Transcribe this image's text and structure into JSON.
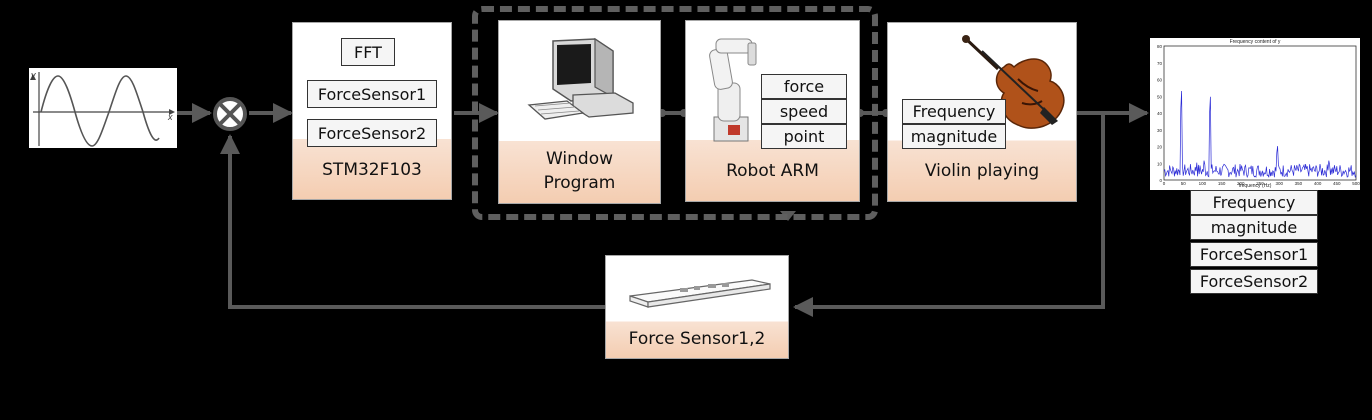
{
  "input_signal": {
    "y_axis": "y",
    "x_axis": "x"
  },
  "controller": {
    "name": "STM32F103",
    "items": [
      "FFT",
      "ForceSensor1",
      "ForceSensor2"
    ]
  },
  "window_program": {
    "name_line1": "Window",
    "name_line2": "Program",
    "icon": "desktop-computer-icon"
  },
  "robot_arm": {
    "name": "Robot ARM",
    "items": [
      "force",
      "speed",
      "point"
    ],
    "icon": "robot-arm-image"
  },
  "violin": {
    "name": "Violin playing",
    "items": [
      "Frequency",
      "magnitude"
    ],
    "icon": "violin-image"
  },
  "feedback_sensor": {
    "name": "Force Sensor1,2",
    "icon": "force-sensor-image"
  },
  "spectrum_plot": {
    "title": "Frequency content of y",
    "xlabel": "frequency (Hz)",
    "y_ticks": [
      "80",
      "70",
      "60",
      "50",
      "40",
      "30",
      "20",
      "10",
      "0"
    ],
    "x_ticks": [
      "0",
      "50",
      "100",
      "150",
      "200",
      "250",
      "300",
      "350",
      "400",
      "450",
      "500"
    ]
  },
  "output_items": [
    "Frequency",
    "magnitude",
    "ForceSensor1",
    "ForceSensor2"
  ],
  "colors": {
    "block_gradient": "#f4cdb1",
    "wire": "#5a5a5a",
    "spectrum": "#2b2bd6"
  }
}
